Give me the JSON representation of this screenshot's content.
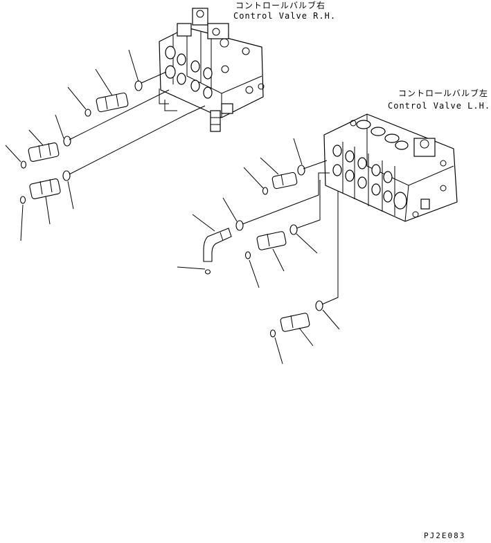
{
  "labels": {
    "valve_rh_jp": "コントロールバルブ右",
    "valve_rh_en": "Control Valve R.H.",
    "valve_lh_jp": "コントロールバルブ左",
    "valve_lh_en": "Control Valve L.H.",
    "drawing_code": "PJ2E083"
  },
  "colors": {
    "line": "#000000",
    "background": "#ffffff"
  }
}
